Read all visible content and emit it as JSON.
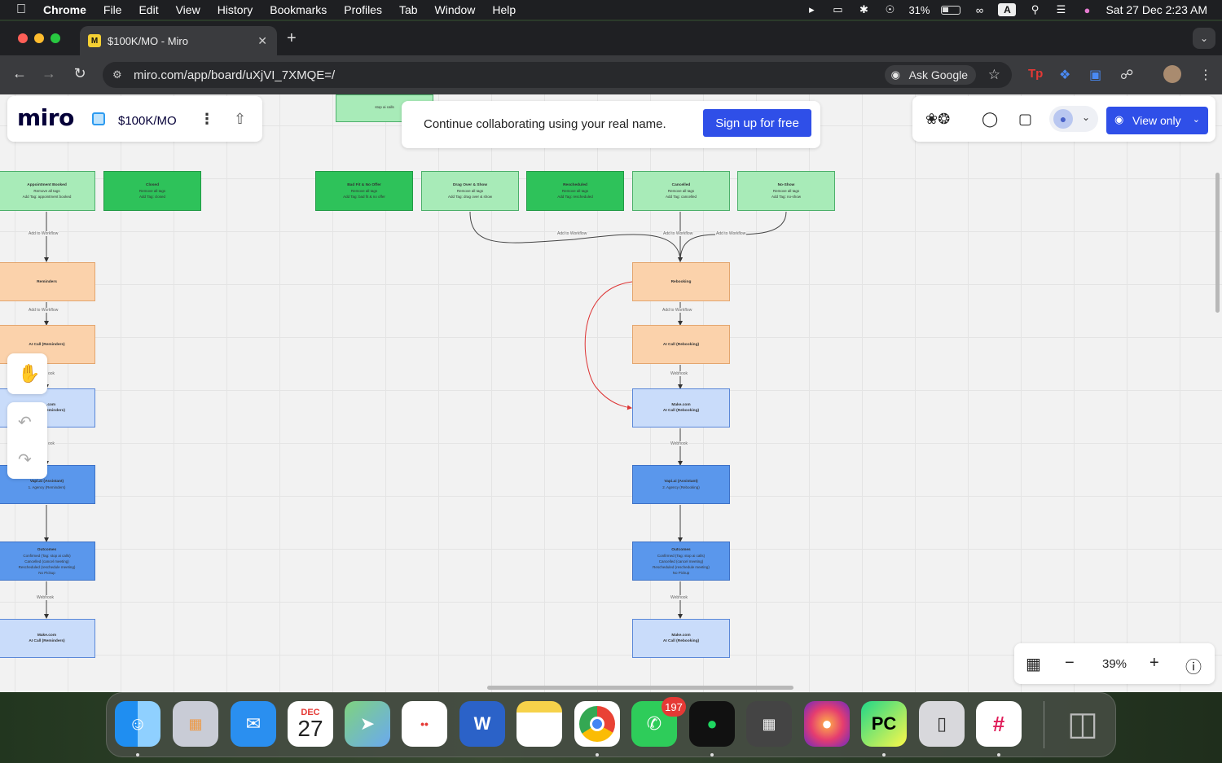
{
  "menubar": {
    "app": "Chrome",
    "items": [
      "File",
      "Edit",
      "View",
      "History",
      "Bookmarks",
      "Profiles",
      "Tab",
      "Window",
      "Help"
    ],
    "battery": "31%",
    "keyboard": "A",
    "datetime": "Sat 27 Dec  2:23 AM"
  },
  "browser": {
    "tab_title": "$100K/MO - Miro",
    "url": "miro.com/app/board/uXjVI_7XMQE=/",
    "ask_google": "Ask Google"
  },
  "miro": {
    "logo": "miro",
    "board_name": "$100K/MO",
    "banner_text": "Continue collaborating using your real name.",
    "signup_label": "Sign up for free",
    "view_only_label": "View only",
    "zoom": "39%"
  },
  "nodes": {
    "top_partial": {
      "line": "stop ai calls"
    },
    "appt": {
      "title": "Appointment Booked",
      "l1": "Remove all tags",
      "l2": "Add Tag: appointment booked"
    },
    "closed": {
      "title": "Closed",
      "l1": "Remove all tags",
      "l2": "Add Tag: closed"
    },
    "badfit": {
      "title": "Bad Fit & No Offer",
      "l1": "Remove all tags",
      "l2": "Add Tag: bad fit & no offer"
    },
    "dragover": {
      "title": "Drag Over & Show",
      "l1": "Remove all tags",
      "l2": "Add Tag: drag over & show"
    },
    "resched": {
      "title": "Rescheduled",
      "l1": "Remove all tags",
      "l2": "Add Tag: rescheduled"
    },
    "cancelled": {
      "title": "Cancelled",
      "l1": "Remove all tags",
      "l2": "Add Tag: cancelled"
    },
    "noshow": {
      "title": "No-Show",
      "l1": "Remove all tags",
      "l2": "Add Tag: no-show"
    },
    "reminders": {
      "title": "Reminders"
    },
    "aicall_rem": {
      "title": "AI Call (Reminders)"
    },
    "make_rem_partial": {
      "l1": ".com",
      "l2": "eminders)"
    },
    "vapi_rem": {
      "l1": "Vapi.ai (Assistant)",
      "l2": "1. Agency (Reminders)"
    },
    "outcomes_left": {
      "title": "Outcomes",
      "l1": "Confirmed (Tag: stop ai calls)",
      "l2": "Cancelled (cancel meeting)",
      "l3": "Rescheduled (reschedule meeting)",
      "l4": "No Pickup"
    },
    "make_rem": {
      "l1": "Make.com",
      "l2": "AI Call (Reminders)"
    },
    "rebooking": {
      "title": "Rebooking"
    },
    "aicall_reb": {
      "title": "AI Call (Rebooking)"
    },
    "make_reb": {
      "l1": "Make.com",
      "l2": "AI Call (Rebooking)"
    },
    "vapi_reb": {
      "l1": "Vapi.ai (Assistant)",
      "l2": "2. Agency (Rebooking)"
    },
    "outcomes_right": {
      "title": "Outcomes",
      "l1": "Confirmed (Tag: stop ai calls)",
      "l2": "Cancelled (cancel meeting)",
      "l3": "Rescheduled (reschedule meeting)",
      "l4": "No Pickup"
    },
    "make_reb2": {
      "l1": "Make.com",
      "l2": "AI Call (Rebooking)"
    }
  },
  "edges": {
    "add_to_workflow": "Add to Workflow",
    "webhook": "Webhook",
    "webhook_partial": "ook"
  },
  "dock": {
    "calendar_month": "DEC",
    "calendar_day": "27",
    "whatsapp_badge": "197"
  }
}
